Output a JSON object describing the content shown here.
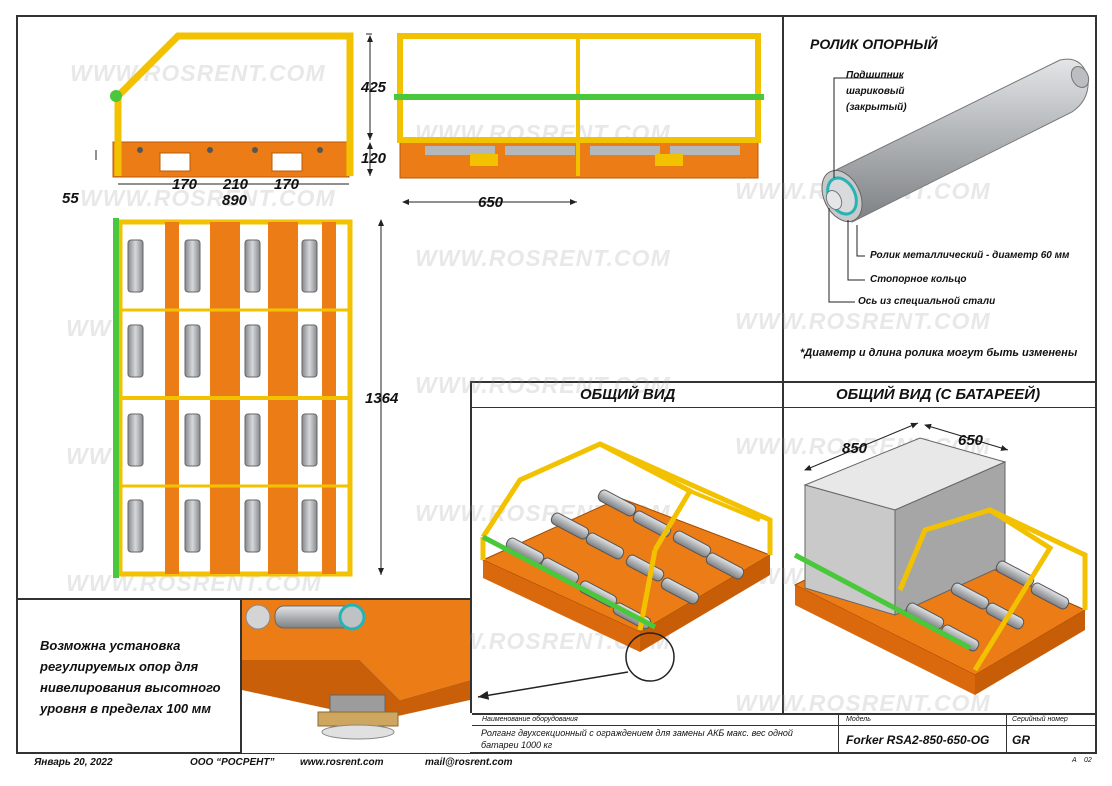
{
  "colors": {
    "frame_yellow": "#f2c200",
    "base_orange": "#ec7d16",
    "handrail_green": "#48c83a",
    "roller_grey": "#a9acb0",
    "bearing_teal": "#26b3b3"
  },
  "dimensions": {
    "guard_height": "425",
    "base_height": "120",
    "offset": "55",
    "seg_left": "170",
    "seg_mid": "210",
    "seg_right": "170",
    "total_width": "890",
    "section_width": "650",
    "length": "1364"
  },
  "roller": {
    "title": "РОЛИК ОПОРНЫЙ",
    "bearing_label": [
      "Подшипник",
      "шариковый",
      "(закрытый)"
    ],
    "roller_label": "Ролик металлический - диаметр 60 мм",
    "ring_label": "Стопорное кольцо",
    "axle_label": "Ось из специальной стали",
    "note": "*Диаметр и длина ролика могут быть изменены"
  },
  "views": {
    "general": "ОБЩИЙ ВИД",
    "with_battery": "ОБЩИЙ ВИД (С БАТАРЕЕЙ)",
    "battery_dim_a": "850",
    "battery_dim_b": "650"
  },
  "note_box": {
    "lines": [
      "Возможна установка",
      "регулируемых опор для",
      "нивелирования высотного",
      "уровня в пределах 100 мм"
    ]
  },
  "title_block": {
    "equipment_header": "Наименование оборудования",
    "equipment_lines": [
      "Ролганг двухсекционный с ограждением  для замены АКБ макс. вес одной",
      "батареи 1000 кг"
    ],
    "model_header": "Модель",
    "model_value": "Forker RSA2-850-650-OG",
    "serial_header": "Серийный номер",
    "serial_value": "GR",
    "sheet_a": "А",
    "sheet_num": "02"
  },
  "footer": {
    "date": "Январь 20, 2022",
    "company": "ООО “РОСРЕНТ”",
    "website": "www.rosrent.com",
    "email": "mail@rosrent.com"
  },
  "watermark": "WWW.ROSRENT.COM"
}
